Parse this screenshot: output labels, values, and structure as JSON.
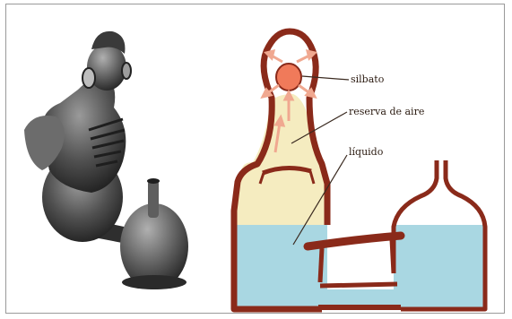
{
  "figure": {
    "photo": {
      "subject": "whistling-vessel-photo",
      "tone": "black-and-white"
    },
    "diagram": {
      "labels": {
        "whistle": "silbato",
        "air_reserve": "reserva de aire",
        "liquid": "líquido"
      },
      "colors": {
        "vessel_outline": "#8a2a1a",
        "air_reserve_fill": "#f5ecc0",
        "liquid_fill": "#a9d7e2",
        "whistle_fill": "#f07a5a",
        "airflow_arrows": "#f0a890",
        "leader_lines": "#3a2a20"
      }
    }
  }
}
